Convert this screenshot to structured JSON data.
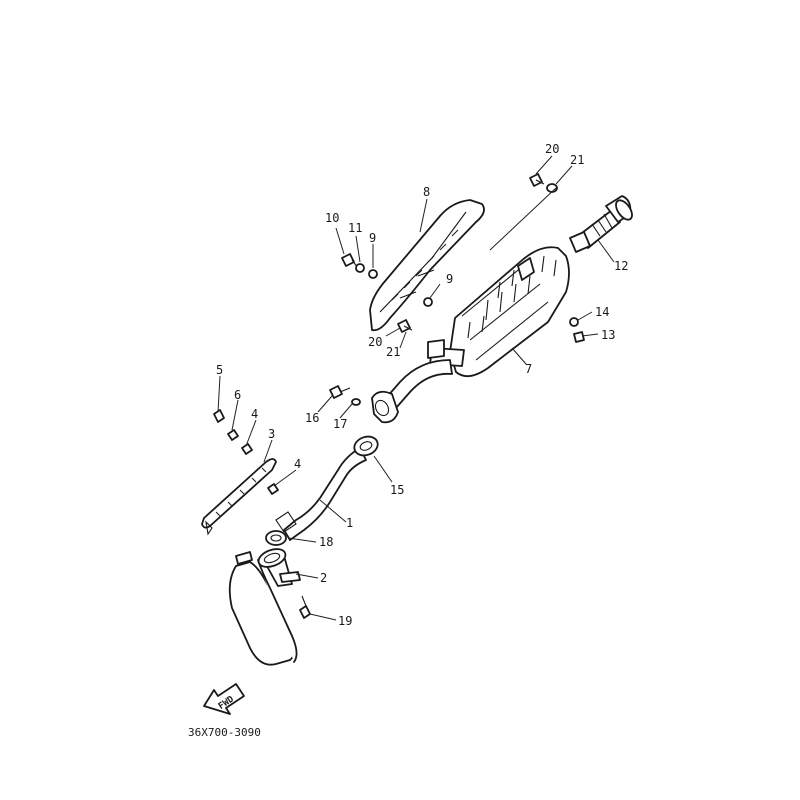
{
  "callouts": [
    {
      "id": "c1",
      "text": "1"
    },
    {
      "id": "c2",
      "text": "2"
    },
    {
      "id": "c3",
      "text": "3"
    },
    {
      "id": "c4a",
      "text": "4"
    },
    {
      "id": "c4b",
      "text": "4"
    },
    {
      "id": "c5",
      "text": "5"
    },
    {
      "id": "c6",
      "text": "6"
    },
    {
      "id": "c7",
      "text": "7"
    },
    {
      "id": "c8",
      "text": "8"
    },
    {
      "id": "c9a",
      "text": "9"
    },
    {
      "id": "c9b",
      "text": "9"
    },
    {
      "id": "c10",
      "text": "10"
    },
    {
      "id": "c11",
      "text": "11"
    },
    {
      "id": "c12",
      "text": "12"
    },
    {
      "id": "c13",
      "text": "13"
    },
    {
      "id": "c14",
      "text": "14"
    },
    {
      "id": "c15",
      "text": "15"
    },
    {
      "id": "c16",
      "text": "16"
    },
    {
      "id": "c17",
      "text": "17"
    },
    {
      "id": "c18",
      "text": "18"
    },
    {
      "id": "c19",
      "text": "19"
    },
    {
      "id": "c20a",
      "text": "20"
    },
    {
      "id": "c20b",
      "text": "20"
    },
    {
      "id": "c21a",
      "text": "21"
    },
    {
      "id": "c21b",
      "text": "21"
    }
  ],
  "labels": {
    "c1": "1",
    "c2": "2",
    "c3": "3",
    "c4a": "4",
    "c4b": "4",
    "c5": "5",
    "c6": "6",
    "c7": "7",
    "c8": "8",
    "c9a": "9",
    "c9b": "9",
    "c10": "10",
    "c11": "11",
    "c12": "12",
    "c13": "13",
    "c14": "14",
    "c15": "15",
    "c16": "16",
    "c17": "17",
    "c18": "18",
    "c19": "19",
    "c20a": "20",
    "c20b": "20",
    "c21a": "21",
    "c21b": "21"
  },
  "fwd_text": "FWD",
  "diagram_code": "36X700-3090"
}
